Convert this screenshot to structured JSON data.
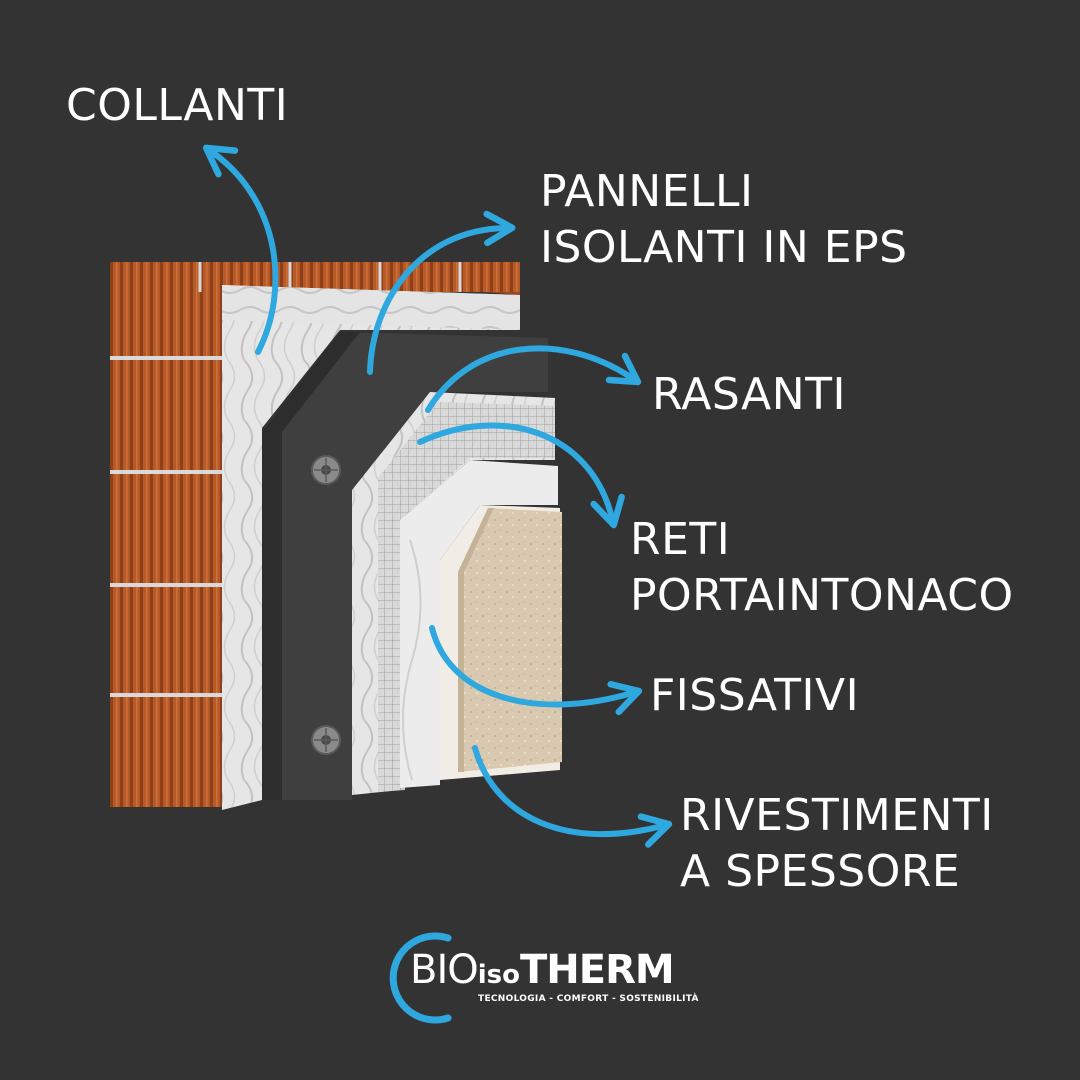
{
  "labels": {
    "collanti": "COLLANTI",
    "pannelli_line1": "PANNELLI",
    "pannelli_line2": "ISOLANTI IN EPS",
    "rasanti": "RASANTI",
    "reti_line1": "RETI",
    "reti_line2": "PORTAINTONACO",
    "fissativi": "FISSATIVI",
    "rivestimenti_line1": "RIVESTIMENTI",
    "rivestimenti_line2": "A SPESSORE"
  },
  "logo": {
    "part_bio": "BIO",
    "part_iso": "iso",
    "part_therm": "THERM",
    "tagline": "TECNOLOGIA - COMFORT - SOSTENIBILITÀ"
  },
  "colors": {
    "background": "#333333",
    "arrow": "#2ea8de",
    "brick": "#b55a28",
    "eps_panel": "#3e3e3e",
    "adhesive": "#e6e6e6",
    "finish": "#d9c9b0",
    "label_text": "#ffffff"
  },
  "icons": {
    "arrow": "curved-arrow-icon",
    "anchor": "insulation-dowel-icon",
    "logo_ring": "logo-ring-icon"
  }
}
